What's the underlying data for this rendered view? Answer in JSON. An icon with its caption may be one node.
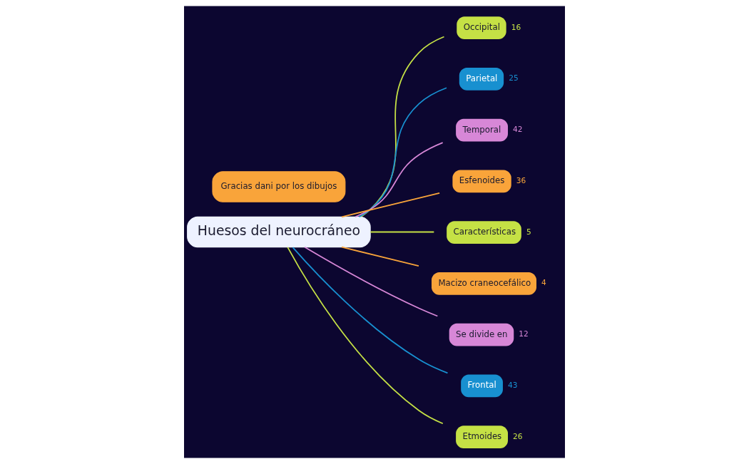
{
  "diagram": {
    "nodes": [
      {
        "text": [
          "Huesos del neurocráneo"
        ]
      },
      {
        "text": [
          "Occipital"
        ],
        "beside": [
          "16"
        ]
      },
      {
        "text": [
          "Parietal"
        ],
        "beside": [
          "25"
        ]
      },
      {
        "text": [
          "Temporal"
        ],
        "beside": [
          "42"
        ]
      },
      {
        "text": [
          "Esfenoides"
        ],
        "beside": [
          "36"
        ]
      },
      {
        "text": [
          "Características"
        ],
        "beside": [
          "5"
        ]
      },
      {
        "text": [
          "Macizo craneocefálico"
        ],
        "beside": [
          "4"
        ]
      },
      {
        "text": [
          "Se divide en"
        ],
        "beside": [
          "12"
        ]
      },
      {
        "text": [
          "Frontal"
        ],
        "beside": [
          "43"
        ]
      },
      {
        "text": [
          "Etmoides"
        ],
        "beside": [
          "26"
        ]
      },
      {
        "text": [
          "Gracias dani por los dibujos"
        ]
      }
    ],
    "edges": [
      {
        "from": 0,
        "to": 1,
        "arrow": "none",
        "color": "#c5e145"
      },
      {
        "from": 0,
        "to": 2,
        "arrow": "none",
        "color": "#1890d0"
      },
      {
        "from": 0,
        "to": 3,
        "arrow": "none",
        "color": "#d787d7"
      },
      {
        "from": 0,
        "to": 4,
        "arrow": "none",
        "color": "#f9a43a"
      },
      {
        "from": 0,
        "to": 5,
        "arrow": "none",
        "color": "#c5e145"
      },
      {
        "from": 0,
        "to": 6,
        "arrow": "none",
        "color": "#f9a43a"
      },
      {
        "from": 0,
        "to": 7,
        "arrow": "none",
        "color": "#d787d7"
      },
      {
        "from": 0,
        "to": 8,
        "arrow": "none",
        "color": "#1890d0"
      },
      {
        "from": 0,
        "to": 9,
        "arrow": "none",
        "color": "#c5e145"
      }
    ]
  }
}
